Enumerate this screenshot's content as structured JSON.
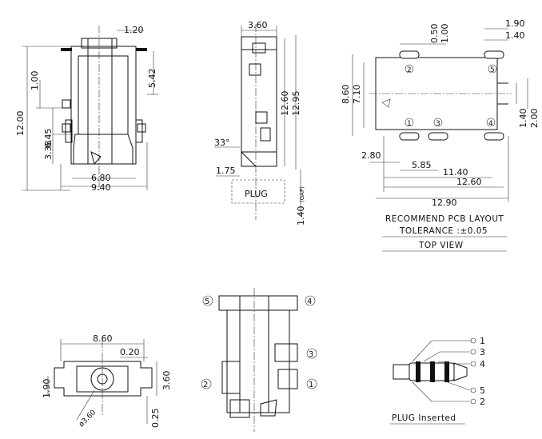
{
  "views": {
    "front": {
      "top_width": "1.20",
      "pin_pitch": "1.00",
      "upper_height": "5.42",
      "total_height": "12.00",
      "mid_height": "6.45",
      "lower_height": "3.38",
      "inner_width": "6.80",
      "outer_width": "9.40"
    },
    "side": {
      "body_width": "3.60",
      "angle": "33°",
      "height_a": "12.60",
      "height_b": "12.95",
      "tip_depth": "1.75",
      "plug_label": "PLUG",
      "gap_value": "1.40",
      "gap_suffix": "(GAP)"
    },
    "top": {
      "pad_offset_a": "0.50",
      "pad_offset_b": "1.00",
      "pad_width_a": "1.90",
      "pad_width_b": "1.40",
      "height_a": "8.60",
      "height_b": "7.10",
      "right_a": "1.40",
      "right_b": "2.00",
      "left_offset": "2.80",
      "span_1": "5.85",
      "span_2": "11.40",
      "span_3": "12.60",
      "span_4": "12.90",
      "pins": [
        "1",
        "2",
        "3",
        "4",
        "5"
      ],
      "note_line1": "RECOMMEND PCB LAYOUT",
      "note_line2": "TOLERANCE :±0.05",
      "note_line3": "TOP VIEW"
    },
    "bottom": {
      "width": "8.60",
      "offset": "0.20",
      "left_height": "1.90",
      "right_height": "3.60",
      "hole_dia": "ø3.60",
      "bottom_offset": "0.25"
    },
    "rear": {
      "pins": [
        "5",
        "4",
        "3",
        "2",
        "1"
      ]
    },
    "plug": {
      "pins": [
        "1",
        "3",
        "4",
        "5",
        "2"
      ],
      "caption": "PLUG Inserted"
    }
  }
}
